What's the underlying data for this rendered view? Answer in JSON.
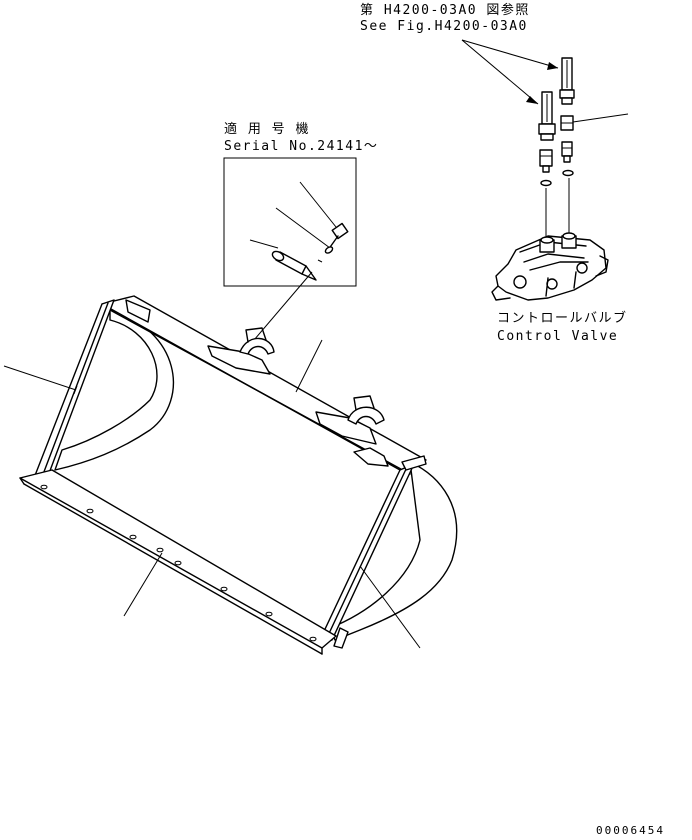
{
  "labels": {
    "ref_jp": "第 H4200-03A0 図参照",
    "ref_en": "See Fig.H4200-03A0",
    "serial_jp": "適 用 号 機",
    "serial_en": "Serial No.24141～",
    "valve_jp": "コントロールバルブ",
    "valve_en": "Control Valve",
    "drawing_code": "00006454"
  }
}
